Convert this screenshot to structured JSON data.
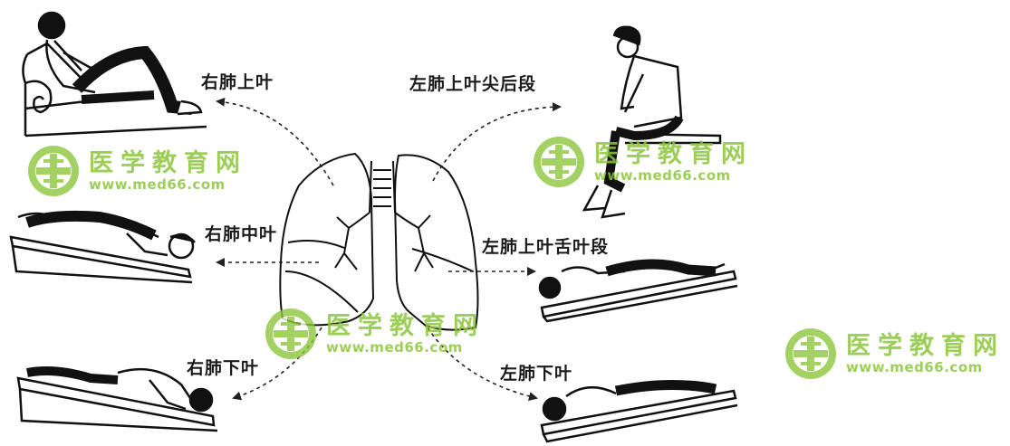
{
  "labels": {
    "right_upper": "右肺上叶",
    "left_upper_apicoposterior": "左肺上叶尖后段",
    "right_middle": "右肺中叶",
    "left_upper_lingular": "左肺上叶舌叶段",
    "right_lower": "右肺下叶",
    "left_lower": "左肺下叶"
  },
  "watermark": {
    "name": "医学教育网",
    "url": "www.med66.com",
    "color": "#8cc63e"
  },
  "icons": [
    "lungs-icon",
    "watermark-logo-icon",
    "sitting-figure-icon",
    "lying-figure-icon"
  ]
}
